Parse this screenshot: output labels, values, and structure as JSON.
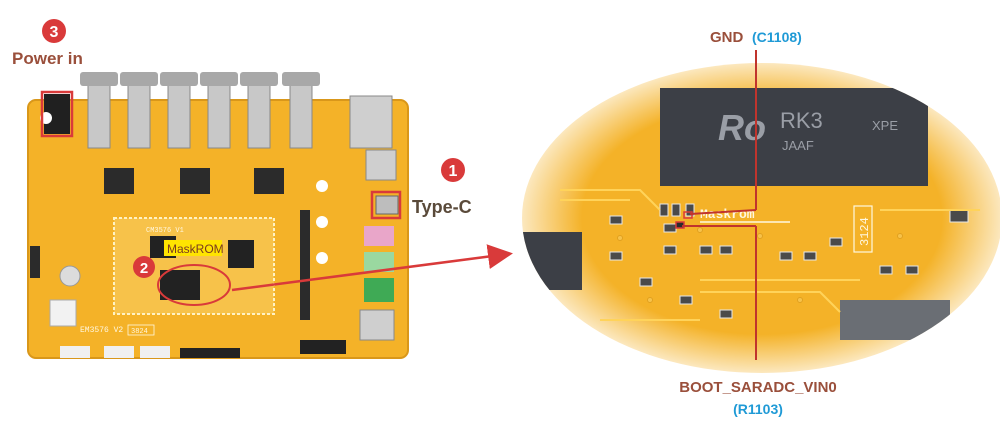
{
  "callouts": {
    "power_in": {
      "number": "3",
      "label": "Power in"
    },
    "type_c": {
      "number": "1",
      "label": "Type-C"
    },
    "maskrom": {
      "number": "2",
      "label": "MaskROM"
    }
  },
  "board": {
    "model_label": "EM3576 V2",
    "date_code": "3824",
    "som_label": "CM3576 V1"
  },
  "zoom": {
    "chip_text_1": "Ro",
    "chip_text_2": "RK3",
    "chip_text_3": "JAAF",
    "chip_text_4": "XPE",
    "silk_maskrom": "Maskrom",
    "silk_code": "3124",
    "top_net": "GND",
    "top_ref": "(C1108)",
    "bottom_net": "BOOT_SARADC_VIN0",
    "bottom_ref": "(R1103)"
  },
  "colors": {
    "callout_red": "#d93a3a",
    "pcb_yellow": "#f4b228",
    "label_brown": "#9a4f3b",
    "label_blue": "#1f9ad6"
  }
}
